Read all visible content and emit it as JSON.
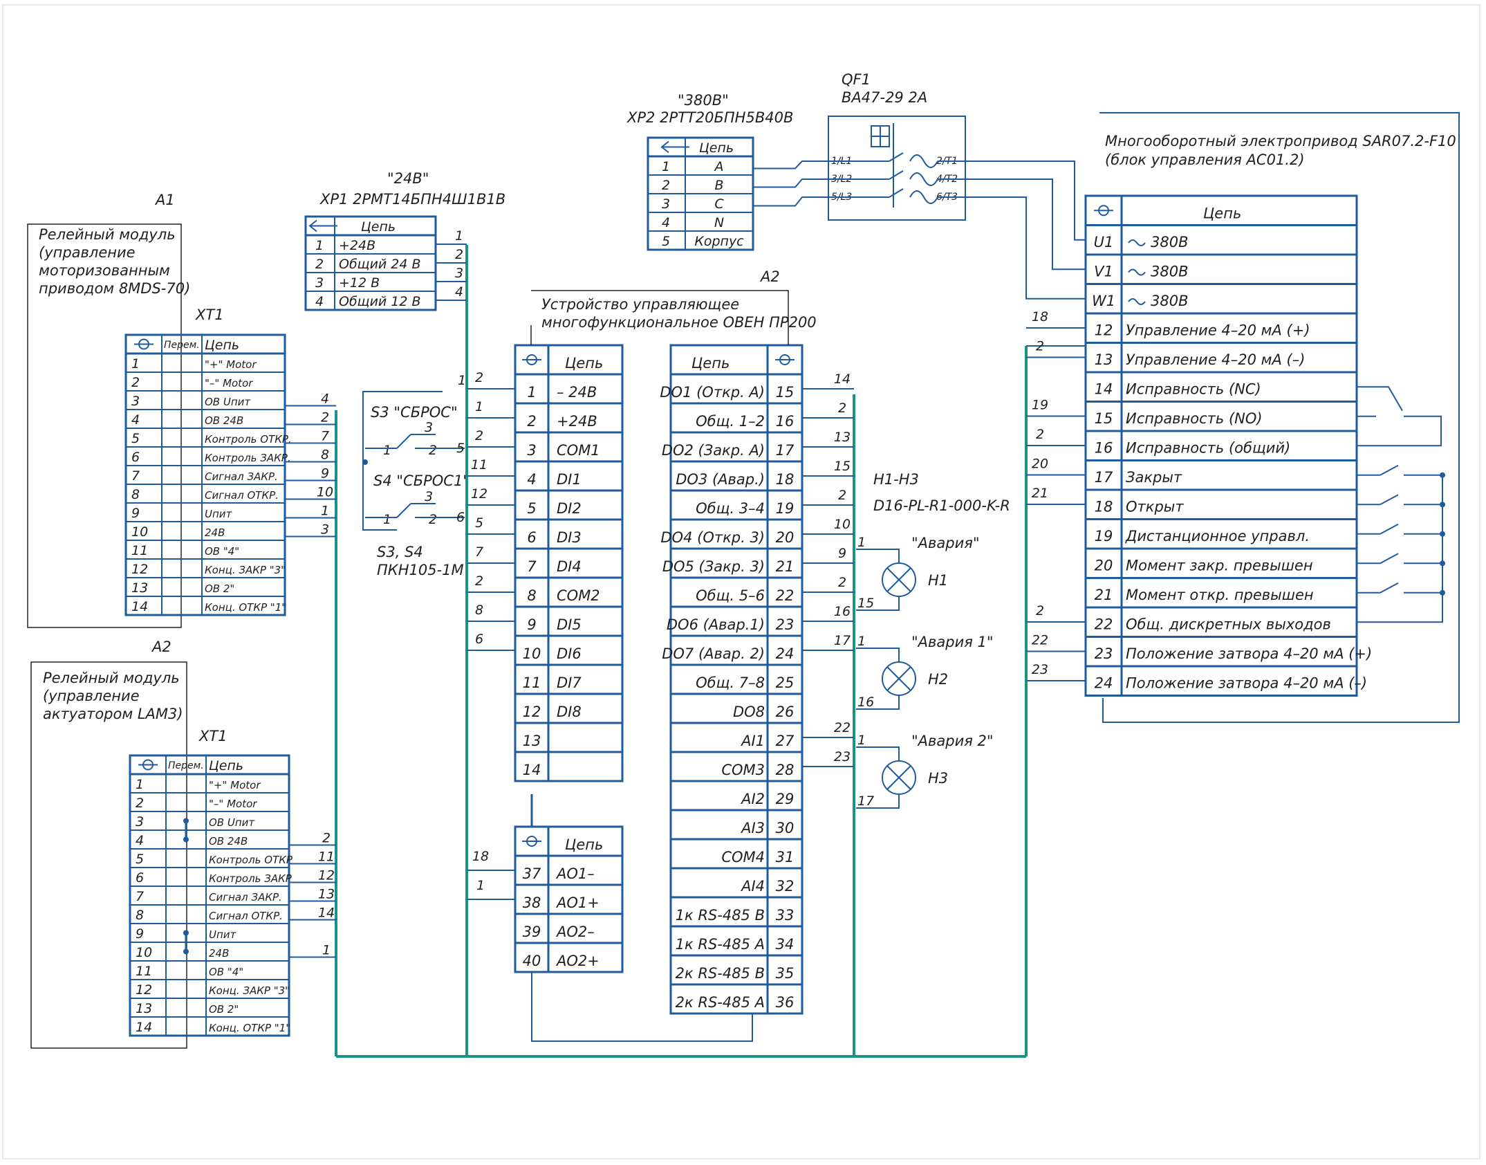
{
  "a1": {
    "ref": "A1",
    "title": [
      "Релейный модуль",
      "(управление",
      "моторизованным",
      "приводом 8MDS-70)"
    ],
    "xt": "XT1",
    "head_mid": "Перем.",
    "head_name": "Цепь",
    "rows": [
      {
        "n": "1",
        "name": "\"+\" Motor",
        "wire": ""
      },
      {
        "n": "2",
        "name": "\"–\" Motor",
        "wire": ""
      },
      {
        "n": "3",
        "name": "ОВ Uпит",
        "wire": "4"
      },
      {
        "n": "4",
        "name": "ОВ 24В",
        "wire": "2"
      },
      {
        "n": "5",
        "name": "Контроль ОТКР.",
        "wire": "7"
      },
      {
        "n": "6",
        "name": "Контроль ЗАКР.",
        "wire": "8"
      },
      {
        "n": "7",
        "name": "Сигнал ЗАКР.",
        "wire": "9"
      },
      {
        "n": "8",
        "name": "Сигнал ОТКР.",
        "wire": "10"
      },
      {
        "n": "9",
        "name": "Uпит",
        "wire": "1"
      },
      {
        "n": "10",
        "name": "24В",
        "wire": "3"
      },
      {
        "n": "11",
        "name": "ОВ      \"4\"",
        "wire": ""
      },
      {
        "n": "12",
        "name": "Конц. ЗАКР \"3\"",
        "wire": ""
      },
      {
        "n": "13",
        "name": "ОВ        2\"",
        "wire": ""
      },
      {
        "n": "14",
        "name": "Конц. ОТКР \"1\"",
        "wire": ""
      }
    ]
  },
  "a2m": {
    "ref": "A2",
    "title": [
      "Релейный модуль",
      "(управление",
      "актуатором LAM3)"
    ],
    "xt": "XT1",
    "head_mid": "Перем.",
    "head_name": "Цепь",
    "rows": [
      {
        "n": "1",
        "name": "\"+\" Motor",
        "wire": ""
      },
      {
        "n": "2",
        "name": "\"–\" Motor",
        "wire": ""
      },
      {
        "n": "3",
        "name": "ОВ Uпит",
        "wire": ""
      },
      {
        "n": "4",
        "name": "ОВ 24В",
        "wire": "2"
      },
      {
        "n": "5",
        "name": "Контроль ОТКР",
        "wire": "11"
      },
      {
        "n": "6",
        "name": "Контроль ЗАКР",
        "wire": "12"
      },
      {
        "n": "7",
        "name": "Сигнал ЗАКР.",
        "wire": "13"
      },
      {
        "n": "8",
        "name": "Сигнал ОТКР.",
        "wire": "14"
      },
      {
        "n": "9",
        "name": "Uпит",
        "wire": ""
      },
      {
        "n": "10",
        "name": "24В",
        "wire": "1"
      },
      {
        "n": "11",
        "name": "ОВ      \"4\"",
        "wire": ""
      },
      {
        "n": "12",
        "name": "Конц. ЗАКР \"3\"",
        "wire": ""
      },
      {
        "n": "13",
        "name": "ОВ        2\"",
        "wire": ""
      },
      {
        "n": "14",
        "name": "Конц. ОТКР \"1\"",
        "wire": ""
      }
    ]
  },
  "xp1": {
    "label": "\"24В\"",
    "part": "XP1  2РМТ14БПН4Ш1В1В",
    "head": "Цепь",
    "rows": [
      {
        "n": "1",
        "name": "+24В",
        "wire": "1"
      },
      {
        "n": "2",
        "name": "Общий 24 В",
        "wire": "2"
      },
      {
        "n": "3",
        "name": "+12 В",
        "wire": "3"
      },
      {
        "n": "4",
        "name": "Общий 12 В",
        "wire": "4"
      }
    ]
  },
  "xp2": {
    "label": "\"380В\"",
    "part": "XP2 2РТТ20БПН5В40В",
    "head": "Цепь",
    "rows": [
      {
        "n": "1",
        "name": "A"
      },
      {
        "n": "2",
        "name": "B"
      },
      {
        "n": "3",
        "name": "C"
      },
      {
        "n": "4",
        "name": "N"
      },
      {
        "n": "5",
        "name": "Корпус"
      }
    ]
  },
  "qf1": {
    "ref": "QF1",
    "part": "ВА47-29 2А",
    "left": [
      "1/L1",
      "3/L2",
      "5/L3"
    ],
    "right": [
      "2/T1",
      "4/T2",
      "6/T3"
    ]
  },
  "switches": {
    "s3": "S3 \"СБРОС\"",
    "s4": "S4 \"СБРОС1\"",
    "pins": {
      "a": "1",
      "b": "2",
      "c": "3"
    },
    "part_ref": "S3, S4",
    "part": "ПКН105-1М"
  },
  "a2": {
    "ref": "A2",
    "title": [
      "Устройство управляющее",
      "многофункциональное ОВЕН ПР200"
    ],
    "head": "Цепь",
    "left": [
      {
        "n": "1",
        "name": "– 24В",
        "wire": "2"
      },
      {
        "n": "2",
        "name": "+24В",
        "wire": "1"
      },
      {
        "n": "3",
        "name": "COM1",
        "wire": "2"
      },
      {
        "n": "4",
        "name": "DI1",
        "wire": "11"
      },
      {
        "n": "5",
        "name": "DI2",
        "wire": "12"
      },
      {
        "n": "6",
        "name": "DI3",
        "wire": "5"
      },
      {
        "n": "7",
        "name": "DI4",
        "wire": "7"
      },
      {
        "n": "8",
        "name": "COM2",
        "wire": "2"
      },
      {
        "n": "9",
        "name": "DI5",
        "wire": "8"
      },
      {
        "n": "10",
        "name": "DI6",
        "wire": "6"
      },
      {
        "n": "11",
        "name": "DI7",
        "wire": ""
      },
      {
        "n": "12",
        "name": "DI8",
        "wire": ""
      },
      {
        "n": "13",
        "name": "",
        "wire": ""
      },
      {
        "n": "14",
        "name": "",
        "wire": ""
      }
    ],
    "ao": [
      {
        "n": "37",
        "name": "AO1–",
        "wire": "18"
      },
      {
        "n": "38",
        "name": "AO1+",
        "wire": "1"
      },
      {
        "n": "39",
        "name": "AO2–",
        "wire": ""
      },
      {
        "n": "40",
        "name": "AO2+",
        "wire": ""
      }
    ],
    "right": [
      {
        "n": "15",
        "name": "DO1 (Откр. А)",
        "wire": "14"
      },
      {
        "n": "16",
        "name": "Общ. 1–2",
        "wire": "2"
      },
      {
        "n": "17",
        "name": "DO2 (Закр. А)",
        "wire": "13"
      },
      {
        "n": "18",
        "name": "DO3 (Авар.)",
        "wire": "15"
      },
      {
        "n": "19",
        "name": "Общ. 3–4",
        "wire": "2"
      },
      {
        "n": "20",
        "name": "DO4 (Откр. 3)",
        "wire": "10"
      },
      {
        "n": "21",
        "name": "DO5 (Закр. 3)",
        "wire": "9"
      },
      {
        "n": "22",
        "name": "Общ. 5–6",
        "wire": "2"
      },
      {
        "n": "23",
        "name": "DO6 (Авар.1)",
        "wire": "16"
      },
      {
        "n": "24",
        "name": "DO7 (Авар. 2)",
        "wire": "17"
      },
      {
        "n": "25",
        "name": "Общ. 7–8",
        "wire": ""
      },
      {
        "n": "26",
        "name": "DO8",
        "wire": ""
      },
      {
        "n": "27",
        "name": "AI1",
        "wire": "22"
      },
      {
        "n": "28",
        "name": "COM3",
        "wire": "23"
      },
      {
        "n": "29",
        "name": "AI2",
        "wire": ""
      },
      {
        "n": "30",
        "name": "AI3",
        "wire": ""
      },
      {
        "n": "31",
        "name": "COM4",
        "wire": ""
      },
      {
        "n": "32",
        "name": "AI4",
        "wire": ""
      },
      {
        "n": "33",
        "name": "1к RS-485 B",
        "wire": ""
      },
      {
        "n": "34",
        "name": "1к RS-485 A",
        "wire": ""
      },
      {
        "n": "35",
        "name": "2к RS-485 B",
        "wire": ""
      },
      {
        "n": "36",
        "name": "2к RS-485 A",
        "wire": ""
      }
    ]
  },
  "lamps": {
    "ref": "H1-H3",
    "part": "D16-PL-R1-000-K-R",
    "items": [
      {
        "label": "\"Авария\"",
        "ref": "H1",
        "top": "1",
        "bot": "15"
      },
      {
        "label": "\"Авария 1\"",
        "ref": "H2",
        "top": "1",
        "bot": "16"
      },
      {
        "label": "\"Авария 2\"",
        "ref": "H3",
        "top": "1",
        "bot": "17"
      }
    ]
  },
  "drive": {
    "title": [
      "Многооборотный электропривод SAR07.2-F10",
      "(блок управления AC01.2)"
    ],
    "head": "Цепь",
    "rows": [
      {
        "n": "U1",
        "name": "380В",
        "wire": ""
      },
      {
        "n": "V1",
        "name": "380В",
        "wire": ""
      },
      {
        "n": "W1",
        "name": "380В",
        "wire": ""
      },
      {
        "n": "12",
        "name": "Управление 4–20 мА (+)",
        "wire": "18"
      },
      {
        "n": "13",
        "name": "Управление 4–20 мА (–)",
        "wire": "2"
      },
      {
        "n": "14",
        "name": "Исправность (NC)",
        "wire": ""
      },
      {
        "n": "15",
        "name": "Исправность (NO)",
        "wire": "19"
      },
      {
        "n": "16",
        "name": "Исправность (общий)",
        "wire": "2"
      },
      {
        "n": "17",
        "name": "Закрыт",
        "wire": "20"
      },
      {
        "n": "18",
        "name": "Открыт",
        "wire": "21"
      },
      {
        "n": "19",
        "name": "Дистанционное управл.",
        "wire": ""
      },
      {
        "n": "20",
        "name": "Момент закр. превышен",
        "wire": ""
      },
      {
        "n": "21",
        "name": "Момент откр. превышен",
        "wire": ""
      },
      {
        "n": "22",
        "name": "Общ. дискретных выходов",
        "wire": "2"
      },
      {
        "n": "23",
        "name": "Положение затвора 4–20 мА (+)",
        "wire": "22"
      },
      {
        "n": "24",
        "name": "Положение затвора 4–20 мА (–)",
        "wire": "23"
      }
    ]
  },
  "extra_wires": {
    "w1": "1",
    "w2": "2",
    "w3": "3",
    "w4": "4",
    "w5": "5",
    "w6": "6",
    "w14": "14",
    "w21": "21",
    "w22": "22",
    "w23": "23",
    "w16": "16",
    "w17": "17",
    "w15": "15"
  }
}
